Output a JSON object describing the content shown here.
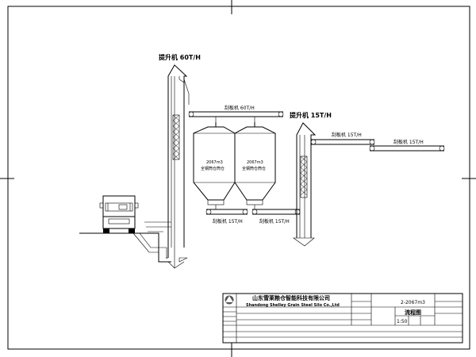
{
  "elevators": [
    {
      "label": "提升机 60T/H"
    },
    {
      "label": "提升机 15T/H"
    }
  ],
  "conveyors": [
    {
      "label": "刮板机 60T/H"
    },
    {
      "label": "刮板机 15T/H"
    },
    {
      "label": "刮板机 15T/H"
    },
    {
      "label": "刮板机 15T/H"
    },
    {
      "label": "刮板机 15T/H"
    }
  ],
  "silos": [
    {
      "capacity": "2067m3",
      "name": "全钢筒仓筒仓"
    },
    {
      "capacity": "2067m3",
      "name": "全钢筒仓筒仓"
    }
  ],
  "title_block": {
    "company_cn": "山东雪莱粮仓智能科技有限公司",
    "company_en": "Shandong Shelley Grain Steel Silo Co.,Ltd",
    "project": "2-2067m3",
    "drawing_title": "流程图",
    "scale": "1:50"
  }
}
